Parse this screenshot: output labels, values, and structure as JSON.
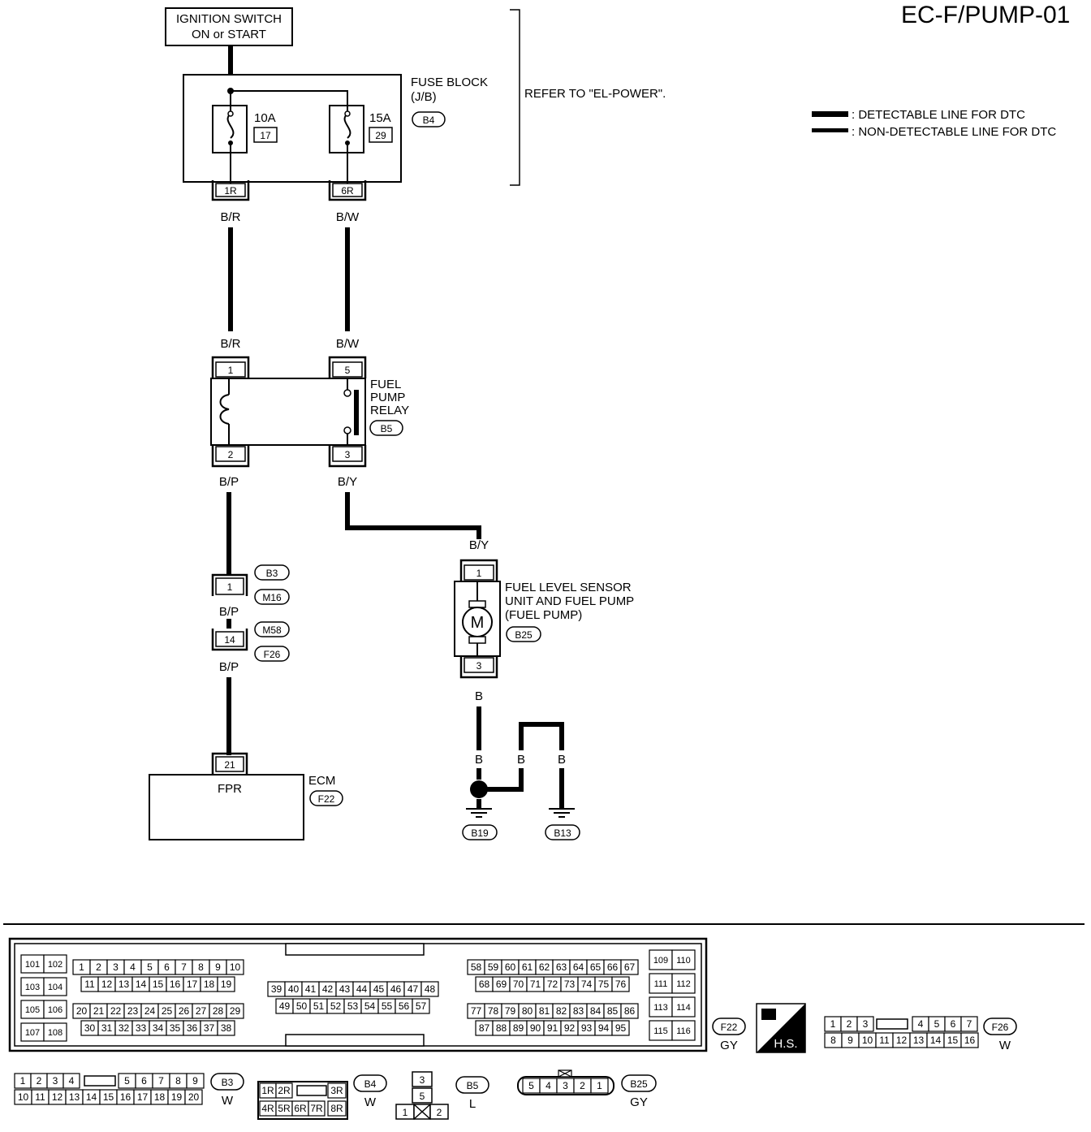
{
  "title": "EC-F/PUMP-01",
  "refer_note": "REFER TO \"EL-POWER\".",
  "legend": {
    "detectable": ": DETECTABLE LINE FOR DTC",
    "non_detectable": ": NON-DETECTABLE LINE FOR DTC"
  },
  "ignition_switch": {
    "line1": "IGNITION SWITCH",
    "line2": "ON or START"
  },
  "fuse_block": {
    "label1": "FUSE BLOCK",
    "label2": "(J/B)",
    "connector": "B4",
    "fuses": [
      {
        "rating": "10A",
        "number": "17",
        "terminal": "1R"
      },
      {
        "rating": "15A",
        "number": "29",
        "terminal": "6R"
      }
    ]
  },
  "wires": {
    "br_top": "B/R",
    "bw_top": "B/W",
    "br_relay": "B/R",
    "bw_relay": "B/W",
    "bp_relay": "B/P",
    "by_relay": "B/Y",
    "by_pump": "B/Y",
    "bp_b3": "B/P",
    "bp_f26": "B/P",
    "b_pump": "B",
    "b_1": "B",
    "b_2": "B",
    "b_3": "B"
  },
  "relay": {
    "label1": "FUEL",
    "label2": "PUMP",
    "label3": "RELAY",
    "connector": "B5",
    "pins": {
      "p1": "1",
      "p2": "2",
      "p3": "3",
      "p5": "5"
    }
  },
  "pump": {
    "label1": "FUEL LEVEL SENSOR",
    "label2": "UNIT AND FUEL PUMP",
    "label3": "(FUEL PUMP)",
    "connector": "B25",
    "motor": "M",
    "pins": {
      "top": "1",
      "bottom": "3"
    }
  },
  "joints": {
    "j1_pin": "1",
    "j1_conn_a": "B3",
    "j1_conn_b": "M16",
    "j2_pin": "14",
    "j2_conn_a": "M58",
    "j2_conn_b": "F26"
  },
  "ecm": {
    "label": "ECM",
    "connector": "F22",
    "pin": "21",
    "terminal": "FPR"
  },
  "grounds": {
    "g1": "B19",
    "g2": "B13"
  },
  "connector_views": {
    "f22": {
      "id": "F22",
      "color": "GY",
      "left_col": [
        [
          "101",
          "102"
        ],
        [
          "103",
          "104"
        ],
        [
          "105",
          "106"
        ],
        [
          "107",
          "108"
        ]
      ],
      "r1": [
        "1",
        "2",
        "3",
        "4",
        "5",
        "6",
        "7",
        "8",
        "9",
        "10"
      ],
      "r2": [
        "11",
        "12",
        "13",
        "14",
        "15",
        "16",
        "17",
        "18",
        "19"
      ],
      "r3": [
        "20",
        "21",
        "22",
        "23",
        "24",
        "25",
        "26",
        "27",
        "28",
        "29"
      ],
      "r4": [
        "30",
        "31",
        "32",
        "33",
        "34",
        "35",
        "36",
        "37",
        "38"
      ],
      "m1": [
        "39",
        "40",
        "41",
        "42",
        "43",
        "44",
        "45",
        "46",
        "47",
        "48"
      ],
      "m2": [
        "49",
        "50",
        "51",
        "52",
        "53",
        "54",
        "55",
        "56",
        "57"
      ],
      "q1": [
        "58",
        "59",
        "60",
        "61",
        "62",
        "63",
        "64",
        "65",
        "66",
        "67"
      ],
      "q2": [
        "68",
        "69",
        "70",
        "71",
        "72",
        "73",
        "74",
        "75",
        "76"
      ],
      "q3": [
        "77",
        "78",
        "79",
        "80",
        "81",
        "82",
        "83",
        "84",
        "85",
        "86"
      ],
      "q4": [
        "87",
        "88",
        "89",
        "90",
        "91",
        "92",
        "93",
        "94",
        "95"
      ],
      "right_col": [
        [
          "109",
          "110"
        ],
        [
          "111",
          "112"
        ],
        [
          "113",
          "114"
        ],
        [
          "115",
          "116"
        ]
      ]
    },
    "hs": "H.S.",
    "f26": {
      "id": "F26",
      "color": "W",
      "r1a": [
        "1",
        "2",
        "3"
      ],
      "r1b": [
        "4",
        "5",
        "6",
        "7"
      ],
      "r2": [
        "8",
        "9",
        "10",
        "11",
        "12",
        "13",
        "14",
        "15",
        "16"
      ]
    },
    "b3": {
      "id": "B3",
      "color": "W",
      "r1a": [
        "1",
        "2",
        "3",
        "4"
      ],
      "r1b": [
        "5",
        "6",
        "7",
        "8",
        "9"
      ],
      "r2": [
        "10",
        "11",
        "12",
        "13",
        "14",
        "15",
        "16",
        "17",
        "18",
        "19",
        "20"
      ]
    },
    "b4": {
      "id": "B4",
      "color": "W",
      "r1": [
        "1R",
        "2R"
      ],
      "r1c": "3R",
      "r2": [
        "4R",
        "5R",
        "6R",
        "7R"
      ],
      "r2c": "8R"
    },
    "b5": {
      "id": "B5",
      "color": "L",
      "top": "3",
      "mid": "5",
      "left": "1",
      "right": "2"
    },
    "b25": {
      "id": "B25",
      "color": "GY",
      "pins": [
        "5",
        "4",
        "3",
        "2",
        "1"
      ]
    }
  }
}
